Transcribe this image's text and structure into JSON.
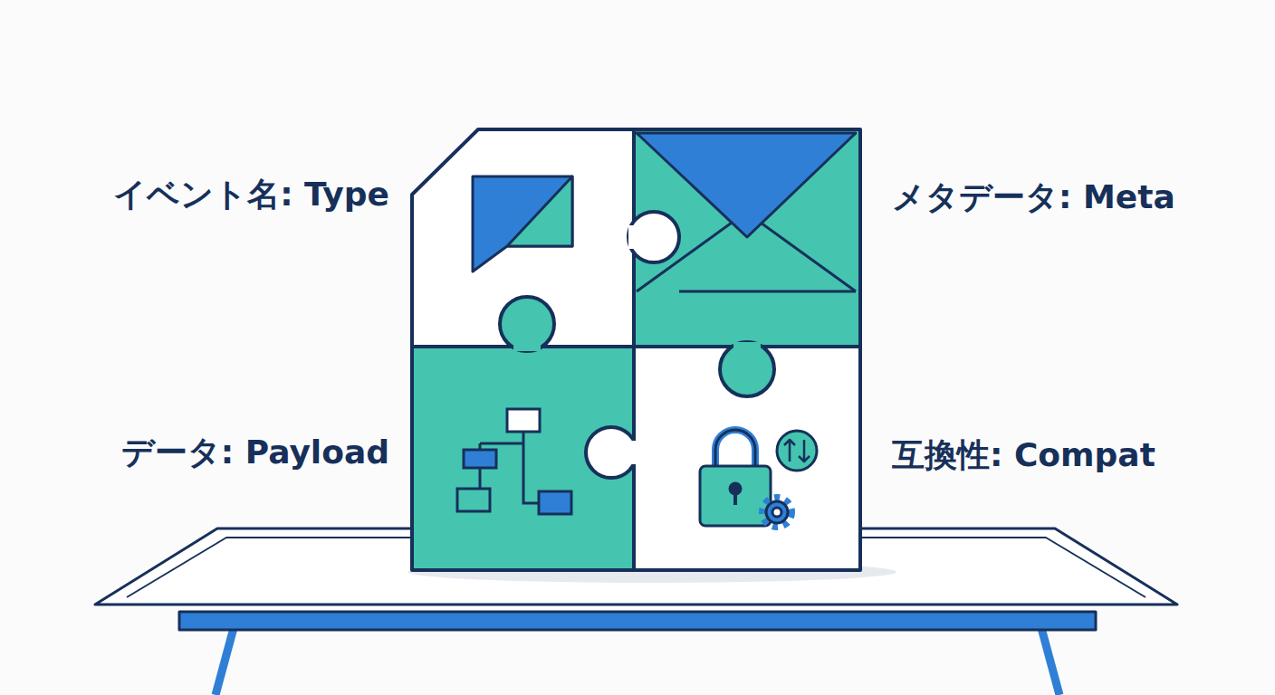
{
  "diagram": {
    "labels": [
      "イベント名: Type",
      "メタデータ: Meta",
      "データ: Payload",
      "互換性: Compat"
    ]
  }
}
